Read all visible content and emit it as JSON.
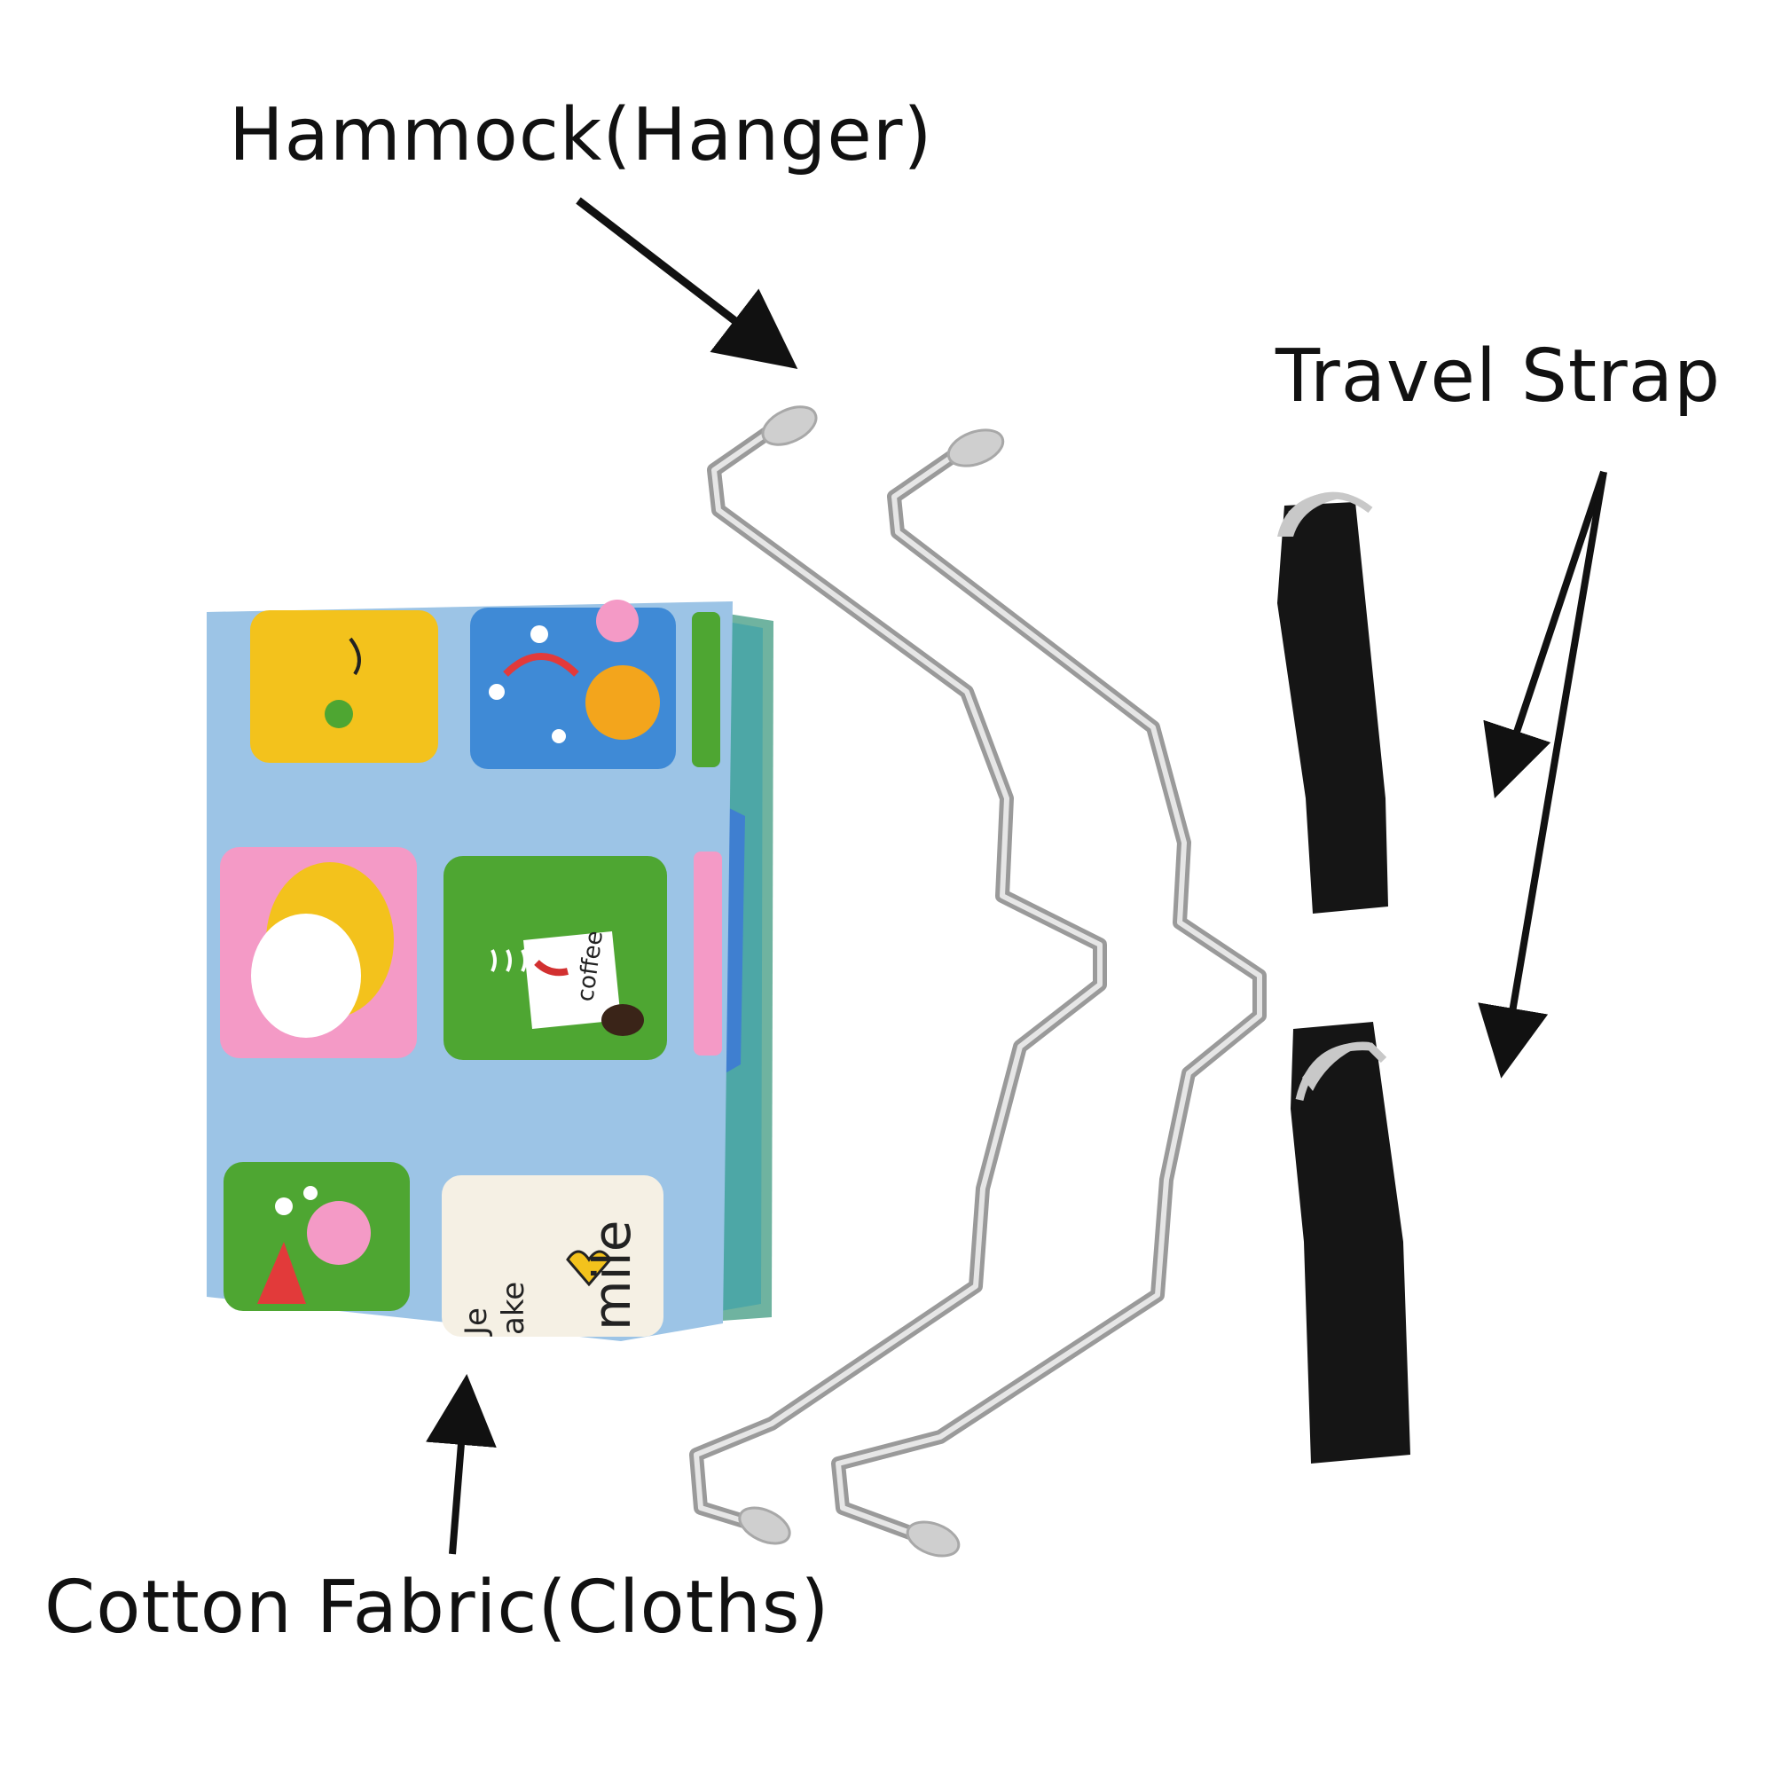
{
  "labels": {
    "hanger": "Hammock(Hanger)",
    "strap": "Travel Strap",
    "fabric": "Cotton Fabric(Cloths)"
  },
  "fabric_print": {
    "coffee": "coffee",
    "smile": "mile",
    "tail_a": "Je",
    "tail_b": "ake"
  },
  "colors": {
    "arrow": "#111111",
    "fabric_base": "#9cc4e6",
    "tile_yellow": "#f3c21c",
    "tile_blue": "#3f8ad6",
    "tile_pink": "#f49ac6",
    "tile_green": "#4ea632",
    "tile_cream": "#f5f0e4",
    "hanger_wire": "#b8b8b8",
    "strap": "#151515",
    "ring": "#c8c8c8"
  }
}
